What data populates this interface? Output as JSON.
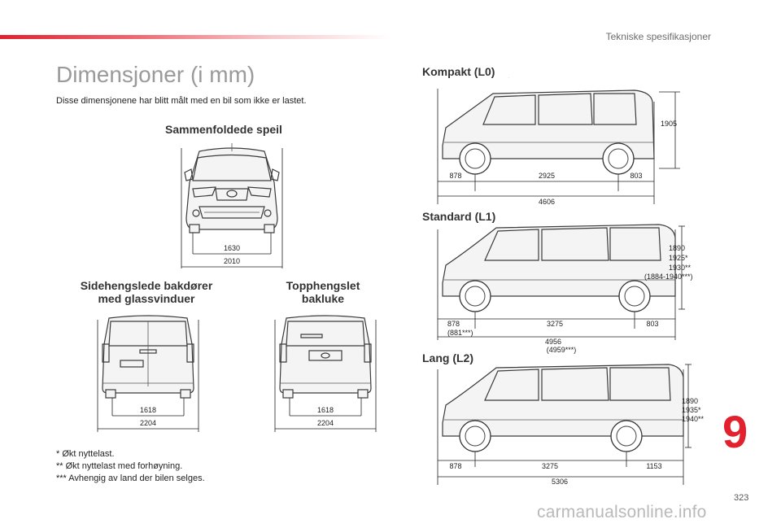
{
  "header": {
    "section_title": "Tekniske spesifikasjoner",
    "accent_color": "#e2202e"
  },
  "page": {
    "title": "Dimensjoner (i mm)",
    "intro": "Disse dimensjonene har blitt målt med en bil som ikke er lastet.",
    "chapter_number": "9",
    "page_number": "323",
    "watermark": "carmanualsonline.info"
  },
  "front_view": {
    "label": "Sammenfoldede speil",
    "inner_width": "1630",
    "outer_width": "2010"
  },
  "rear_side_doors": {
    "label_line1": "Sidehengslede bakdører",
    "label_line2": "med glassvinduer",
    "inner_width": "1618",
    "outer_width": "2204"
  },
  "rear_tailgate": {
    "label_line1": "Topphengslet",
    "label_line2": "bakluke",
    "inner_width": "1618",
    "outer_width": "2204"
  },
  "compact": {
    "label": "Kompakt (L0)",
    "height": "1905",
    "front_overhang": "878",
    "wheelbase": "2925",
    "rear_overhang": "803",
    "length": "4606"
  },
  "standard": {
    "label": "Standard (L1)",
    "height_1": "1890",
    "height_2": "1925*",
    "height_3": "1930**",
    "height_4": "(1884-1940***)",
    "front_overhang": "878",
    "front_overhang_alt": "(881***)",
    "wheelbase": "3275",
    "rear_overhang": "803",
    "length": "4956",
    "length_alt": "(4959***)"
  },
  "long": {
    "label": "Lang (L2)",
    "height_1": "1890",
    "height_2": "1935*",
    "height_3": "1940**",
    "front_overhang": "878",
    "wheelbase": "3275",
    "rear_overhang": "1153",
    "length": "5306"
  },
  "footnotes": [
    "* Økt nyttelast.",
    "** Økt nyttelast med forhøyning.",
    "*** Avhengig av land der bilen selges."
  ]
}
